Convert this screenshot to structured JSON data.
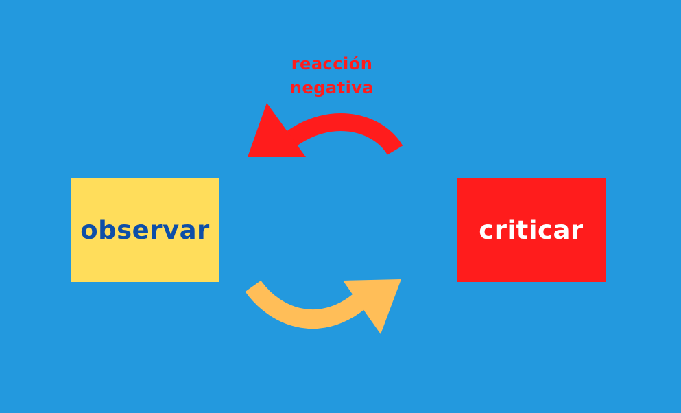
{
  "diagram": {
    "background_color": "#2399DE",
    "nodes": {
      "observar": {
        "label": "observar",
        "fill": "#FFDD5B",
        "text_color": "#0D4EA8"
      },
      "criticar": {
        "label": "criticar",
        "fill": "#FF1C1C",
        "text_color": "#FFFFFF"
      }
    },
    "edges": {
      "negative_reaction": {
        "from": "criticar",
        "to": "observar",
        "label_line1": "reacción",
        "label_line2": "negativa",
        "color": "#FF1C1C",
        "icon": "curved-arrow-left-icon"
      },
      "forward": {
        "from": "observar",
        "to": "criticar",
        "color": "#FFBE58",
        "icon": "curved-arrow-right-icon"
      }
    }
  }
}
